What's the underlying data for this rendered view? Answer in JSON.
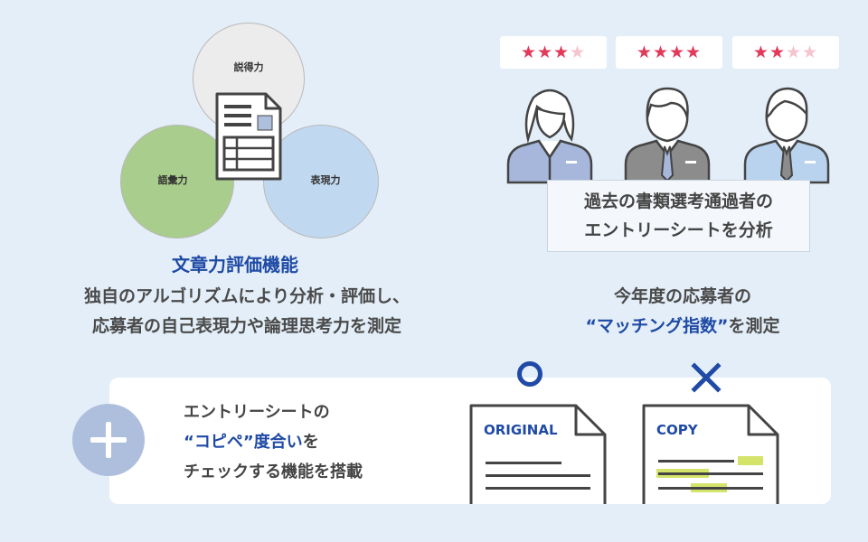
{
  "venn": {
    "circles": [
      "説得力",
      "語彙力",
      "表現力"
    ],
    "title": "文章力評価機能",
    "desc_line1": "独自のアルゴリズムにより分析・評価し、",
    "desc_line2": "応募者の自己表現力や論理思考力を測定"
  },
  "ratings": [
    {
      "stars_on": 3,
      "stars_total": 4
    },
    {
      "stars_on": 4,
      "stars_total": 4
    },
    {
      "stars_on": 2,
      "stars_total": 4
    }
  ],
  "analysis": {
    "line1": "過去の書類選考通過者の",
    "line2": "エントリーシートを分析"
  },
  "matching": {
    "line1": "今年度の応募者の",
    "quote_open": "“",
    "highlight": "マッチング指数",
    "quote_close": "”",
    "line2_suffix": "を測定"
  },
  "copy_check": {
    "line1": "エントリーシートの",
    "quote_open": "“",
    "highlight": "コピペ",
    "quote_close": "”",
    "line2_suffix": "度合い",
    "line2_end": "を",
    "line3": "チェックする機能を搭載",
    "original_label": "ORIGINAL",
    "copy_label": "COPY"
  },
  "colors": {
    "accent_blue": "#1f4aa5",
    "star_on": "#e23a5a",
    "star_off": "#f5c4cf",
    "highlight_green": "#c9dc43"
  }
}
